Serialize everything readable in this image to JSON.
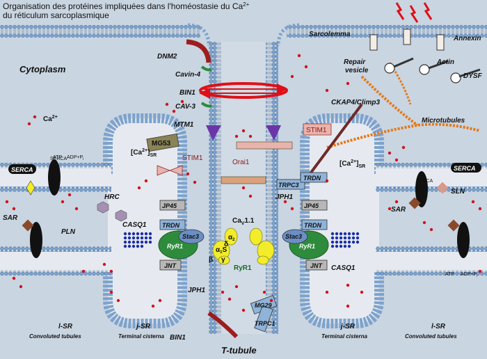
{
  "title": {
    "line1": "Organisation des protéines impliquées dans l'homéostasie du Ca",
    "line1_sup": "2+",
    "line2": "du réticulum sarcoplasmique"
  },
  "regions": {
    "sarcolemma": "Sarcolemma",
    "cytoplasm": "Cytoplasm",
    "t_tubule": "T-tubule",
    "microtubules": "Microtubules"
  },
  "bottom": {
    "lsr_left": "l-SR",
    "lsr_left_sub": "Convoluted tubules",
    "jsr_left": "j-SR",
    "jsr_left_sub": "Terminal cisterna",
    "jsr_right": "j-SR",
    "jsr_right_sub": "Terminal cisterna",
    "lsr_right": "l-SR",
    "lsr_right_sub": "Convoluted tubules"
  },
  "labels": {
    "dnm2": "DNM2",
    "cavin4": "Cavin-4",
    "bin1_top": "BIN1",
    "cav3": "CAV-3",
    "mtm1": "MTM1",
    "ca2": "Ca",
    "ca2_sup": "2+",
    "annexin": "Annexin",
    "actin": "Actin",
    "repair1": "Repair",
    "repair2": "vesicle",
    "dysf": "DYSF",
    "ckap4": "CKAP4/Climp3",
    "stim1_left": "STIM1",
    "stim1_right": "STIM1",
    "orai1": "Orai1",
    "mg53": "MG53",
    "ca_sr_left": "[Ca",
    "ca_sr_left_sup": "2+",
    "ca_sr_left_tail": "]",
    "ca_sr_left_sub": "SR",
    "ca_sr_right": "[Ca",
    "ca_sr_right_sup": "2+",
    "ca_sr_right_tail": "]",
    "ca_sr_right_sub": "SR",
    "serca_left": "SERCA",
    "serca_right": "SERCA",
    "serca_inner_left": "SERCA",
    "serca_inner_right": "SERCA",
    "atp_left": "ATP",
    "adp_left": "ADP+P",
    "adp_left_sub": "i",
    "atp_right": "ATP",
    "adp_right": "ADP+P",
    "adp_right_sub": "i",
    "hrc": "HRC",
    "sar_left": "SAR",
    "pln": "PLN",
    "sar_right": "SAR",
    "sln": "SLN",
    "casq1_left": "CASQ1",
    "casq1_right": "CASQ1",
    "jp45_left": "JP45",
    "trdn_left": "TRDN",
    "stac3_left": "Stac3",
    "ryr1_left": "RyR1",
    "jnt_left": "JNT",
    "jph1_left": "JPH1",
    "jp45_right": "JP45",
    "trdn_right": "TRDN",
    "stac3_right": "Stac3",
    "ryr1_right": "RyR1",
    "jnt_right": "JNT",
    "jph1_right": "JPH1",
    "trdn_upper": "TRDN",
    "trpc3": "TRPC3",
    "cav11": "Ca",
    "cav11_sub": "V",
    "cav11_tail": "1.1",
    "ryr1_mid": "RyR1",
    "alpha2": "α",
    "alpha2_sub": "2",
    "delta": "δ",
    "alpha1s": "α",
    "alpha1s_sub": "1",
    "alpha1s_tail": "S",
    "beta": "β",
    "gamma": "γ",
    "bin1_bottom": "BIN1",
    "mg29": "MG29",
    "trpc1": "TRPC1"
  },
  "colors": {
    "background": "#c9d5e1",
    "membrane_head": "#7da2cc",
    "lumen": "#e6eaf0",
    "calcium": "#d0141a",
    "ryr1": "#2e8b3c",
    "stac3": "#6b8fc4",
    "cav11": "#f2ec2a",
    "stim1": "#e8b3ac",
    "microtubule": "#e67817",
    "mg53": "#8a8356",
    "arrow": "#e00f16",
    "mtm1": "#6b35a8"
  }
}
